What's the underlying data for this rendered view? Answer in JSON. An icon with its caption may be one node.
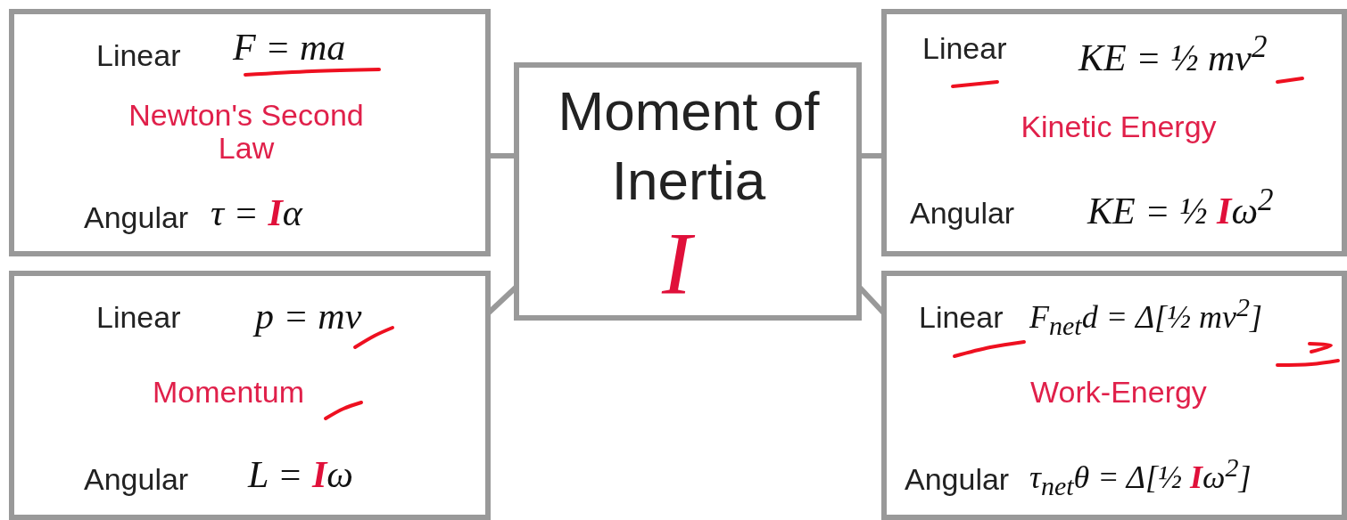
{
  "diagram": {
    "nodes": [
      {
        "text": [
          "Linear",
          "F = ma",
          "Newton's Second Law",
          "Angular",
          "τ = **I**α"
        ]
      },
      {
        "text": [
          "Moment of Inertia",
          "I"
        ]
      },
      {
        "text": [
          "Linear",
          "KE = ½ mv$^{2}$",
          "Kinetic Energy",
          "Angular",
          "KE = ½ **I**ω$^{2}$"
        ]
      },
      {
        "text": [
          "Linear",
          "p = mv",
          "Momentum",
          "Angular",
          "L = **I**ω"
        ]
      },
      {
        "text": [
          "Linear",
          "F$_{net}$d = Δ[½ mv$^{2}$]",
          "Work-Energy",
          "Angular",
          "τ$_{net}$θ = Δ[½ **I**ω$^{2}$]"
        ]
      }
    ],
    "edges": [
      {
        "from": 1,
        "to": 0,
        "arrow": "none"
      },
      {
        "from": 1,
        "to": 2,
        "arrow": "none"
      },
      {
        "from": 1,
        "to": 3,
        "arrow": "none"
      },
      {
        "from": 1,
        "to": 4,
        "arrow": "none"
      }
    ]
  }
}
